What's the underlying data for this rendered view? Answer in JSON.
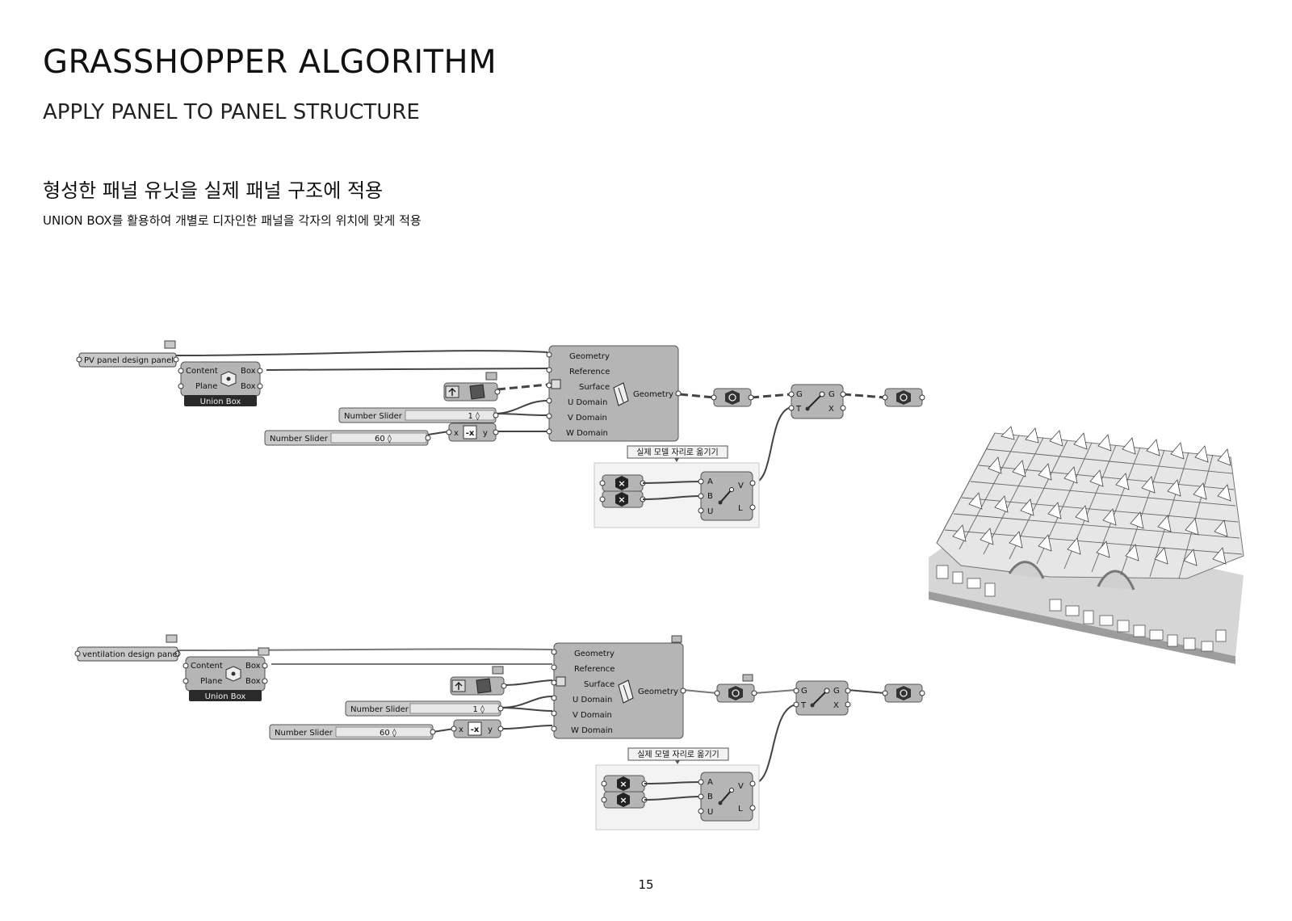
{
  "header": {
    "title": "GRASSHOPPER ALGORITHM",
    "subtitle": "APPLY PANEL TO PANEL STRUCTURE"
  },
  "intro": {
    "heading_kr": "형성한 패널 유닛을 실제 패널 구조에 적용",
    "description_kr": "UNION BOX를 활용하여 개별로 디자인한 패널을 각자의 위치에 맞게 적용"
  },
  "definitions": [
    {
      "input_panel": "PV panel design panel",
      "union_box": {
        "inputs": [
          "Content",
          "Plane"
        ],
        "outputs": [
          "Box",
          "Box"
        ],
        "footer": "Union Box"
      },
      "morph_inputs": [
        "Geometry",
        "Reference",
        "Surface",
        "U Domain",
        "V Domain",
        "W Domain"
      ],
      "morph_output": "Geometry",
      "slider_1": {
        "label": "Number Slider",
        "value": "1 ◊"
      },
      "slider_2": {
        "label": "Number Slider",
        "value": "60 ◊"
      },
      "expression": {
        "in": "x",
        "out": "y",
        "glyph": "-x"
      },
      "move": {
        "inputs": [
          "G",
          "T"
        ],
        "outputs": [
          "G",
          "X"
        ]
      },
      "note": "실제 모델 자리로 옮기기",
      "vector": {
        "inputs": [
          "A",
          "B",
          "U"
        ],
        "outputs": [
          "V",
          "L"
        ]
      }
    },
    {
      "input_panel": "ventilation design panel",
      "union_box": {
        "inputs": [
          "Content",
          "Plane"
        ],
        "outputs": [
          "Box",
          "Box"
        ],
        "footer": "Union Box"
      },
      "morph_inputs": [
        "Geometry",
        "Reference",
        "Surface",
        "U Domain",
        "V Domain",
        "W Domain"
      ],
      "morph_output": "Geometry",
      "slider_1": {
        "label": "Number Slider",
        "value": "1 ◊"
      },
      "slider_2": {
        "label": "Number Slider",
        "value": "60 ◊"
      },
      "expression": {
        "in": "x",
        "out": "y",
        "glyph": "-x"
      },
      "move": {
        "inputs": [
          "G",
          "T"
        ],
        "outputs": [
          "G",
          "X"
        ]
      },
      "note": "실제 모델 자리로 옮기기",
      "vector": {
        "inputs": [
          "A",
          "B",
          "U"
        ],
        "outputs": [
          "V",
          "L"
        ]
      }
    }
  ],
  "page_number": "15"
}
